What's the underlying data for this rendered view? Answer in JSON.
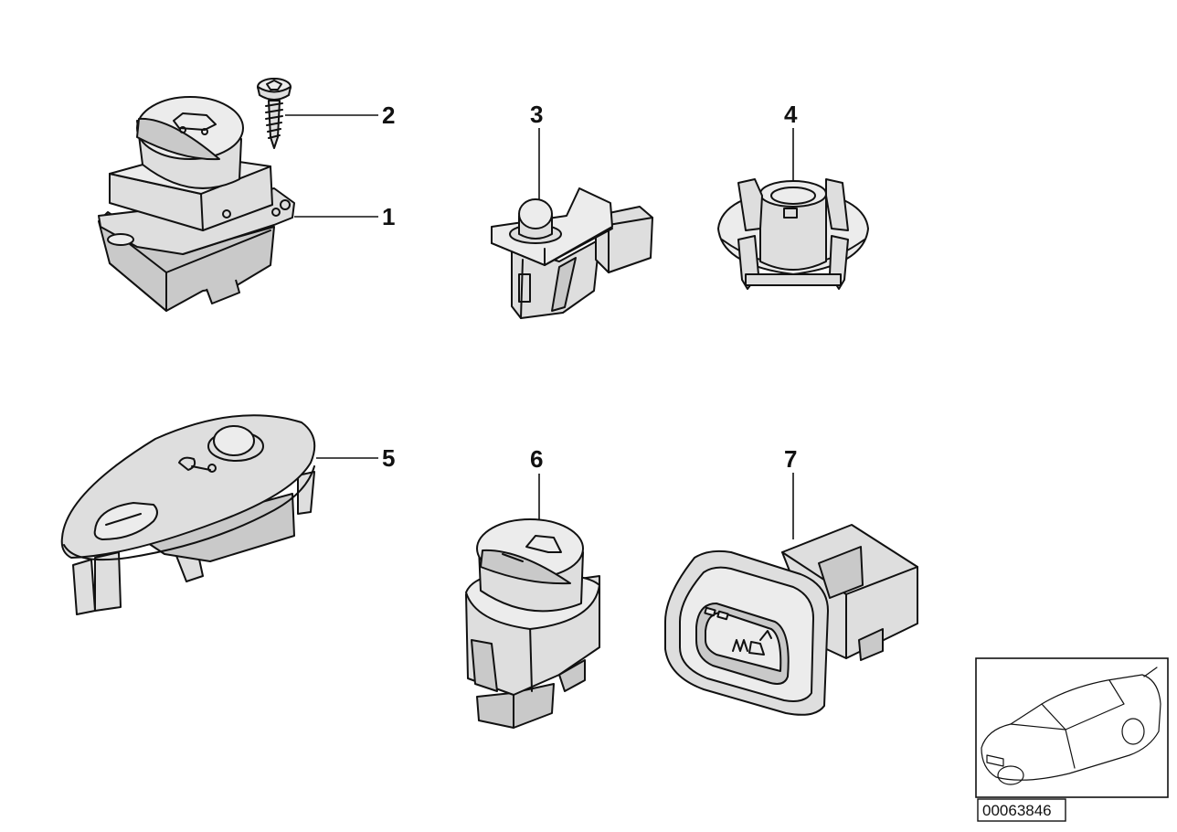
{
  "callouts": [
    {
      "id": "1",
      "label": "1"
    },
    {
      "id": "2",
      "label": "2"
    },
    {
      "id": "3",
      "label": "3"
    },
    {
      "id": "4",
      "label": "4"
    },
    {
      "id": "5",
      "label": "5"
    },
    {
      "id": "6",
      "label": "6"
    },
    {
      "id": "7",
      "label": "7"
    }
  ],
  "diagram_id": "00063846"
}
